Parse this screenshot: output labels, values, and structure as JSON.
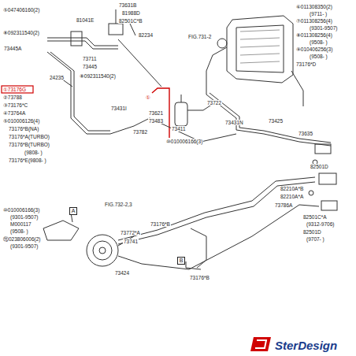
{
  "diagram": {
    "nodes": [
      {
        "text": [
          "A"
        ]
      },
      {
        "text": [
          "B"
        ]
      }
    ],
    "labels": [
      "⑤047406160(2)",
      "73631B",
      "81988D",
      "81041E",
      "82501C*B",
      "82234",
      "⑧092311540(2)",
      "73445A",
      "73711",
      "73445",
      "⑧092311540(2)",
      "24235",
      "①",
      "①73176G",
      "②73788",
      "③73176*C",
      "④73764A",
      "⑤010006126(4)",
      "73176*B(NA)",
      "73176*A(TURBO)",
      "73176*B(TURBO)",
      "(9808-    )",
      "73176*E(9808-  )",
      "FIG.731-2",
      "73722",
      "73621",
      "73483",
      "73411",
      "73782",
      "⑩010006166(3)",
      "73431I",
      "73431N",
      "73425",
      "73635",
      "82501D",
      "82210A*B",
      "82210A*A",
      "73786A",
      "82501C*A",
      "(9312-9706)",
      "82501D",
      "(9707-  )",
      "⑥011308350(2)",
      "(9711-  )",
      "⑦011308256(4)",
      "(9301-9507)",
      "⑧011308256(4)",
      "(9508-  )",
      "⑨010406256(3)",
      "(9508-  )",
      "73176*D",
      "FIG.732-2,3",
      "⑩010006166(3)",
      "(9301-9507)",
      "M000117",
      "(9508-  )",
      "73772*A",
      "73741",
      "⑪023806006(2)",
      "(9301-9507)",
      "73424",
      "73176*B",
      "73176*B",
      "SterDesign"
    ]
  }
}
